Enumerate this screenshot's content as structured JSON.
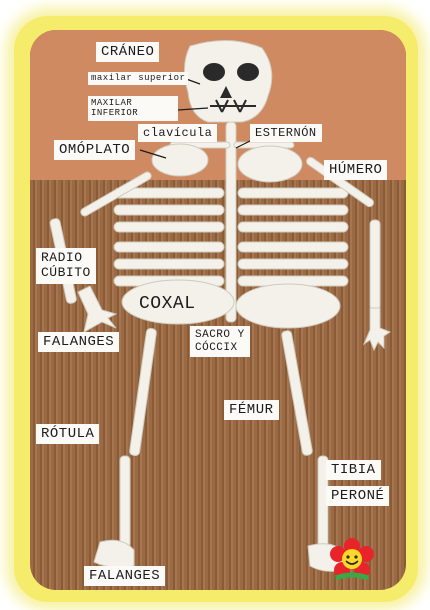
{
  "labels": {
    "craneo": "CRÁNEO",
    "maxilar_superior": "maxilar superior",
    "maxilar_inferior": "MAXILAR INFERIOR",
    "clavicula": "clavícula",
    "esternon": "ESTERNÓN",
    "omoplato": "OMÓPLATO",
    "humero": "HÚMERO",
    "radio_cubito_1": "RADIO",
    "radio_cubito_2": "CÚBITO",
    "coxal": "COXAL",
    "falanges_hand": "FALANGES",
    "sacro_1": "SACRO Y",
    "sacro_2": "CÓCCIX",
    "femur": "FÉMUR",
    "rotula": "RÓTULA",
    "tibia": "TIBIA",
    "perone": "PERONÉ",
    "falanges_foot": "FALANGES"
  },
  "colors": {
    "frame_glow": "#f4ec6a",
    "cardboard": "#9a6a44",
    "paper_top": "#cf8a62",
    "bone": "#f3f1ea",
    "label_bg": "#fbfaf6"
  },
  "icons": {
    "flower": "smiling-flower-icon"
  }
}
